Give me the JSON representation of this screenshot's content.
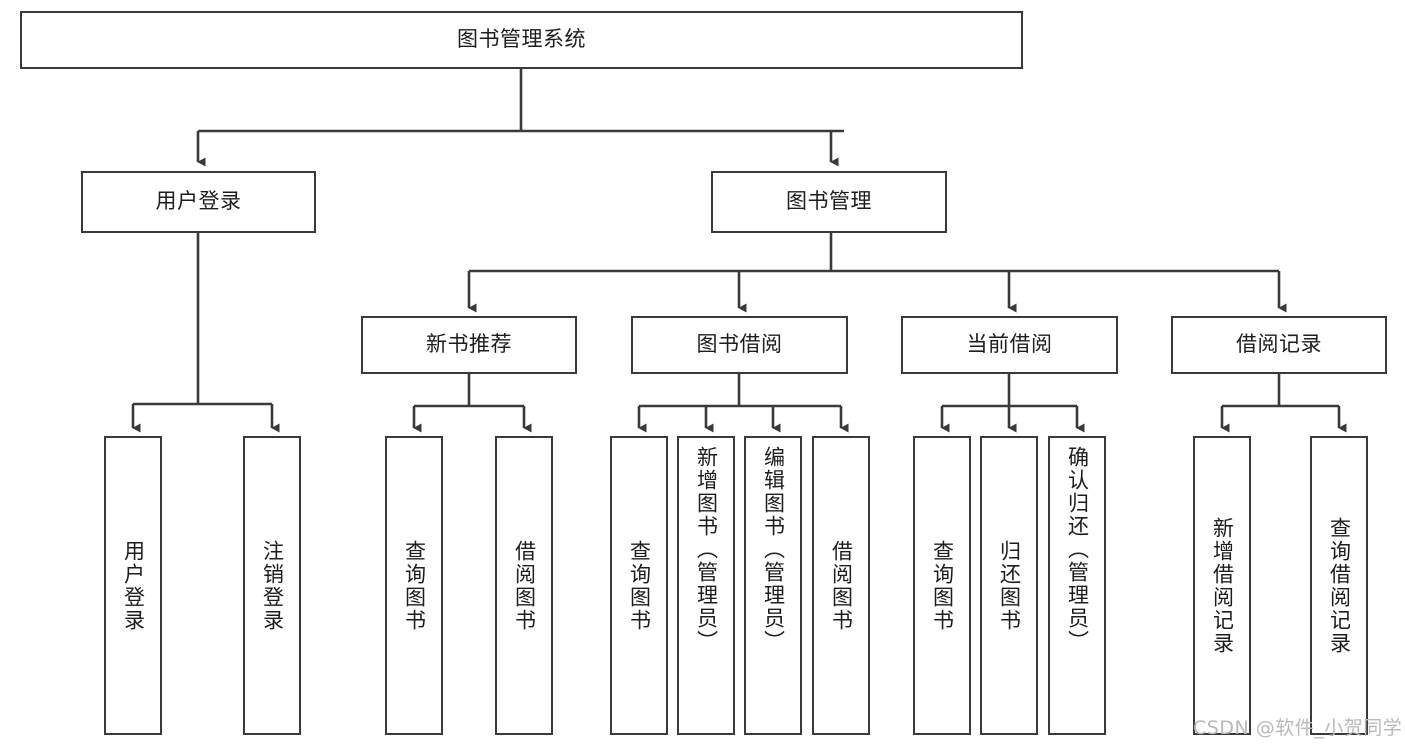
{
  "diagram": {
    "title": "图书管理系统",
    "watermark": "CSDN @软件_小贺同学",
    "colors": {
      "box_border": "#3a3a3a",
      "box_fill": "#ffffff",
      "line": "#3a3a3a",
      "text": "#1d1d1d",
      "watermark": "#b9b9b9",
      "background": "#ffffff"
    },
    "root": {
      "label": "图书管理系统"
    },
    "level2": [
      {
        "label": "用户登录"
      },
      {
        "label": "图书管理"
      }
    ],
    "level3": [
      {
        "label": "新书推荐"
      },
      {
        "label": "图书借阅"
      },
      {
        "label": "当前借阅"
      },
      {
        "label": "借阅记录"
      }
    ],
    "leaves": {
      "user_login": [
        {
          "label": "用户登录"
        },
        {
          "label": "注销登录"
        }
      ],
      "new_book_recommend": [
        {
          "label": "查询图书"
        },
        {
          "label": "借阅图书"
        }
      ],
      "book_borrow": [
        {
          "label": "查询图书"
        },
        {
          "label": "新增图书（管理员）"
        },
        {
          "label": "编辑图书（管理员）"
        },
        {
          "label": "借阅图书"
        }
      ],
      "current_borrow": [
        {
          "label": "查询图书"
        },
        {
          "label": "归还图书"
        },
        {
          "label": "确认归还（管理员）"
        }
      ],
      "borrow_record": [
        {
          "label": "新增借阅记录"
        },
        {
          "label": "查询借阅记录"
        }
      ]
    }
  }
}
